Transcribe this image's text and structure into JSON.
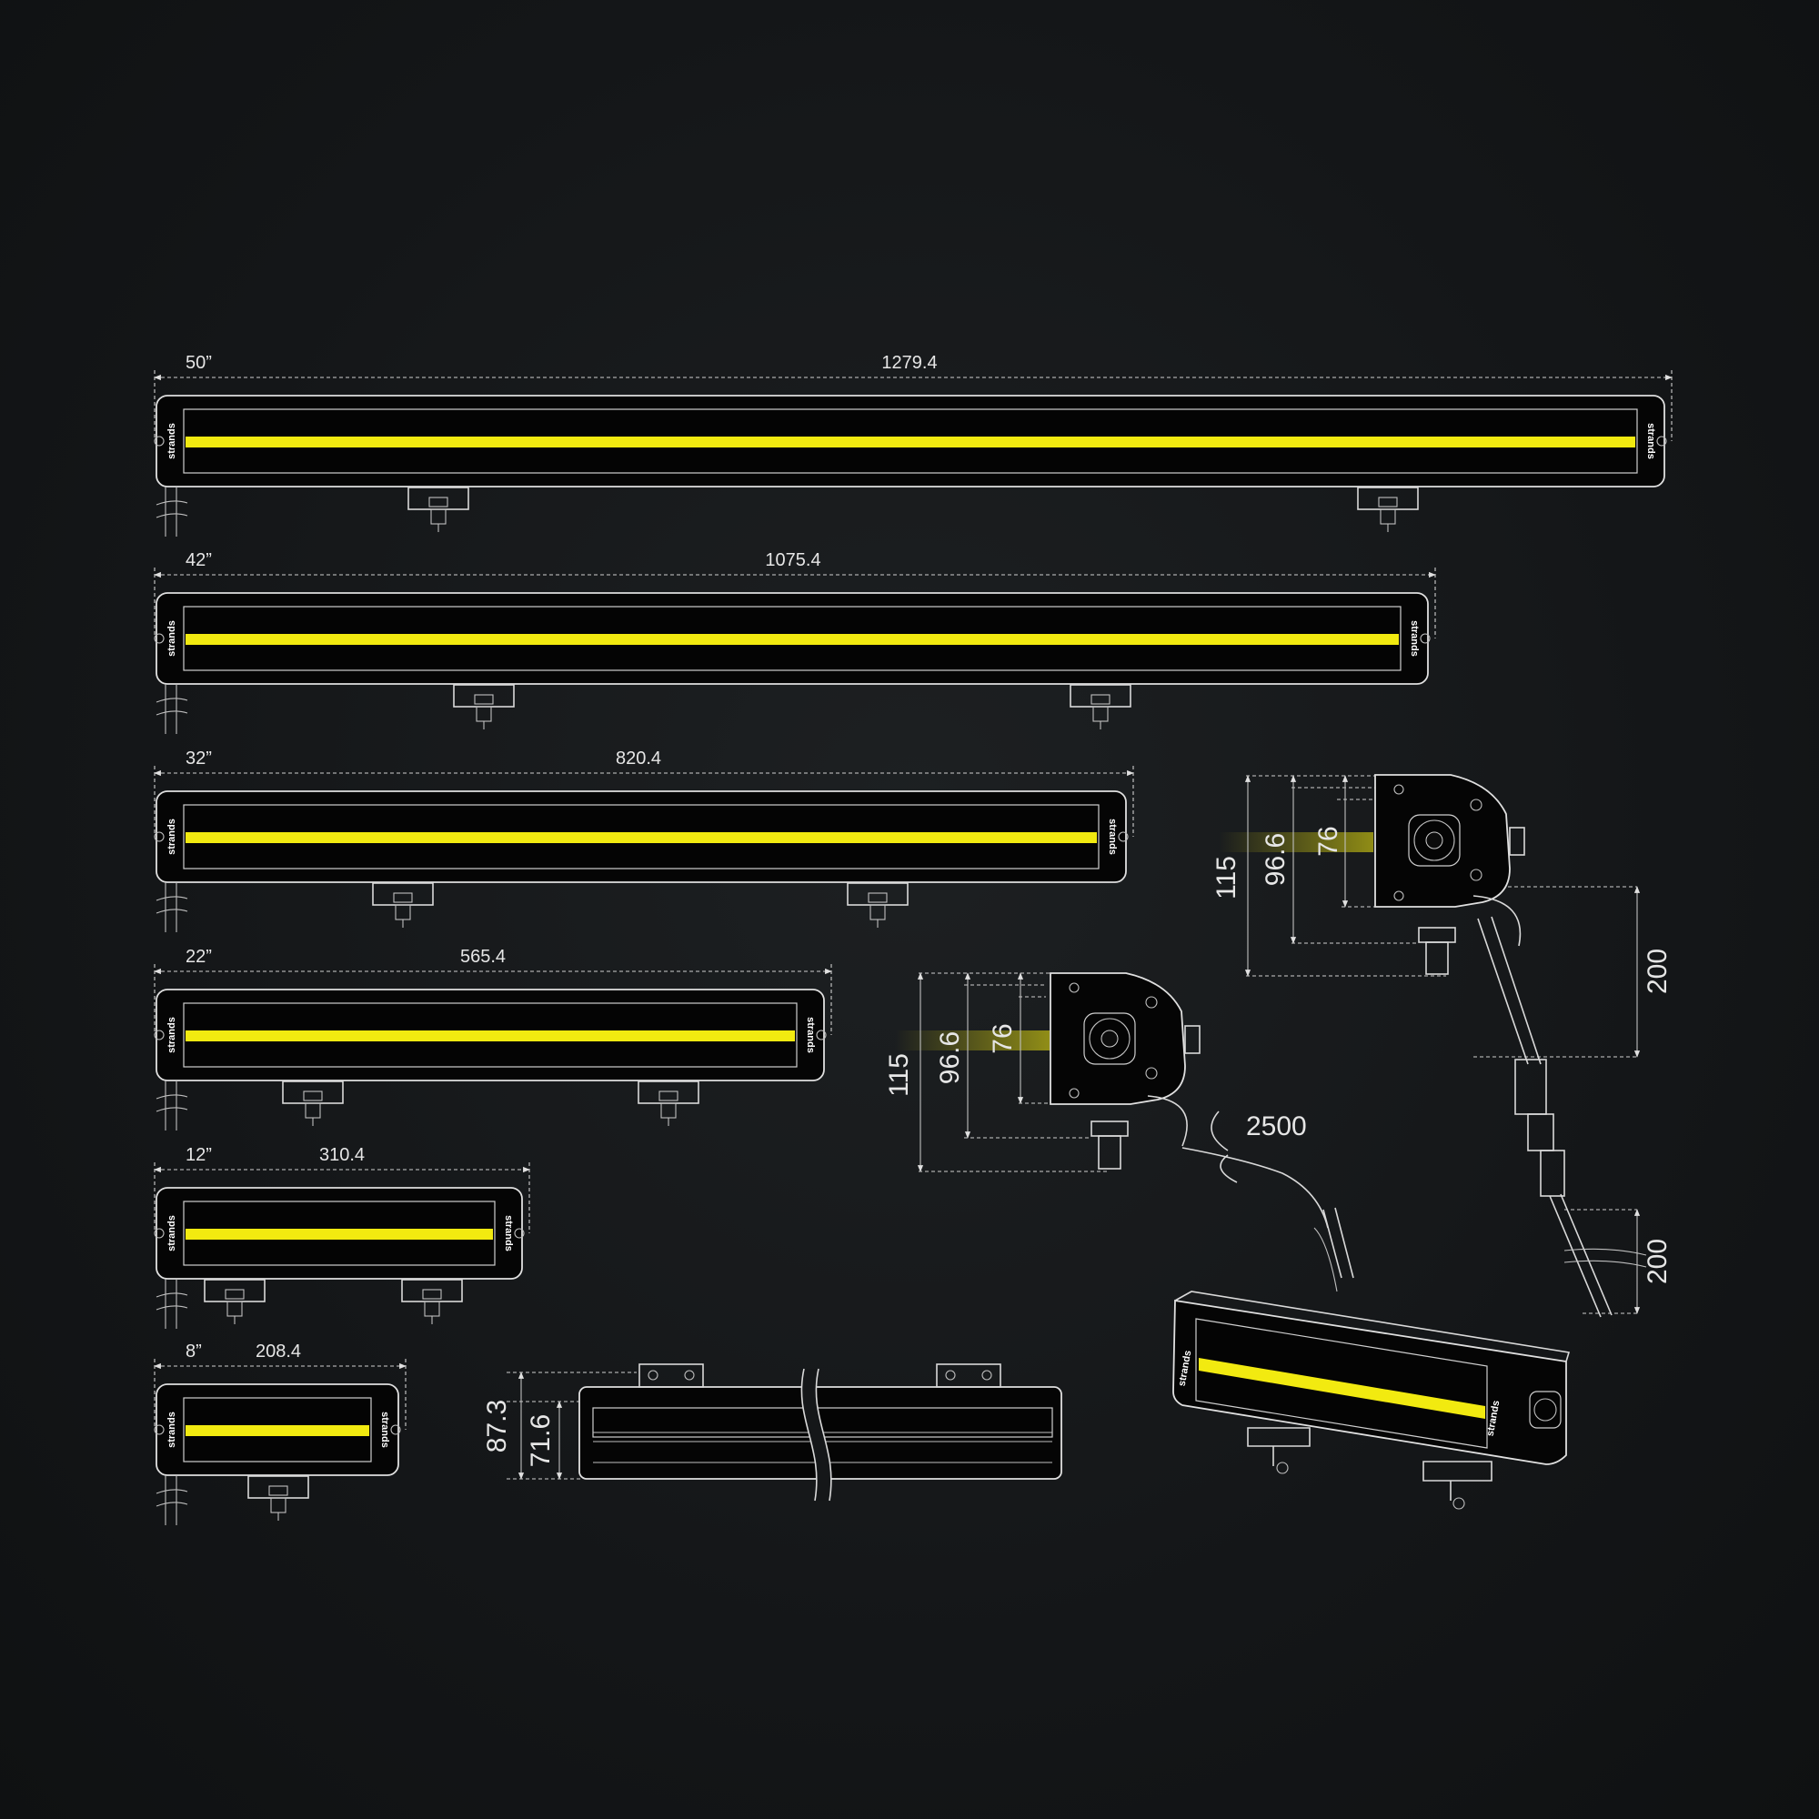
{
  "diagram": {
    "accent_color": "#f2ea10",
    "brand_mark": "strands",
    "bars": [
      {
        "size": "50”",
        "length": "1279.4"
      },
      {
        "size": "42”",
        "length": "1075.4"
      },
      {
        "size": "32”",
        "length": "820.4"
      },
      {
        "size": "22”",
        "length": "565.4"
      },
      {
        "size": "12”",
        "length": "310.4"
      },
      {
        "size": "8”",
        "length": "208.4"
      }
    ],
    "side_view": {
      "outer_height": "87.3",
      "inner_height": "71.6"
    },
    "end_view_upper": {
      "total_height": "115",
      "body_height": "96.6",
      "lens_height": "76",
      "cable_segment": "200"
    },
    "end_view_lower": {
      "total_height": "115",
      "body_height": "96.6",
      "lens_height": "76",
      "cable_length": "2500"
    },
    "cable_connector": {
      "segment": "200"
    }
  }
}
